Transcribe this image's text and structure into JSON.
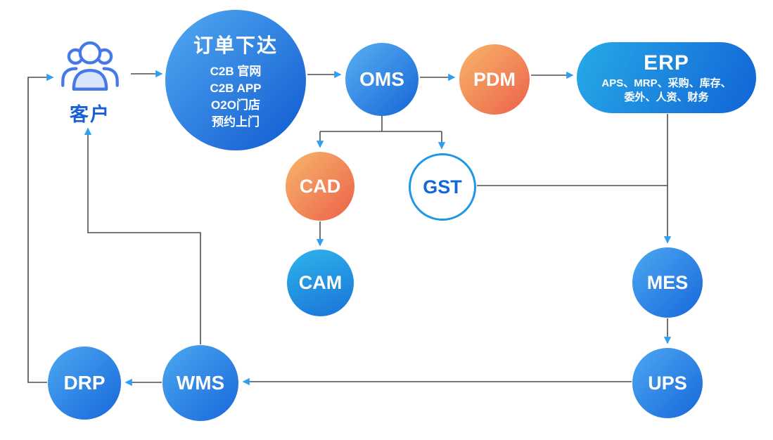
{
  "diagram": {
    "customer": {
      "label": "客户"
    },
    "order": {
      "title": "订单下达",
      "lines": [
        "C2B 官网",
        "C2B APP",
        "O2O门店",
        "预约上门"
      ]
    },
    "oms": {
      "label": "OMS"
    },
    "pdm": {
      "label": "PDM"
    },
    "erp": {
      "title": "ERP",
      "line1": "APS、MRP、采购、库存、",
      "line2": "委外、人资、财务"
    },
    "cad": {
      "label": "CAD"
    },
    "gst": {
      "label": "GST"
    },
    "cam": {
      "label": "CAM"
    },
    "mes": {
      "label": "MES"
    },
    "ups": {
      "label": "UPS"
    },
    "wms": {
      "label": "WMS"
    },
    "drp": {
      "label": "DRP"
    },
    "palette": {
      "blue_gradient_start": "#4fa6f0",
      "blue_gradient_end": "#1160d4",
      "orange_gradient_start": "#f7b269",
      "orange_gradient_end": "#ec6149",
      "cyan_gradient_start": "#2db1ea",
      "cyan_gradient_end": "#1a72d8",
      "erp_gradient_start": "#27a9e7",
      "erp_gradient_end": "#1164d6",
      "connector_line": "#4d4d4d",
      "arrowhead": "#2f9ff2",
      "customer_text": "#1661d9",
      "customer_icon_stroke": "#4679e8",
      "gst_text": "#1268d8",
      "gst_border": "#1e97e6"
    }
  }
}
